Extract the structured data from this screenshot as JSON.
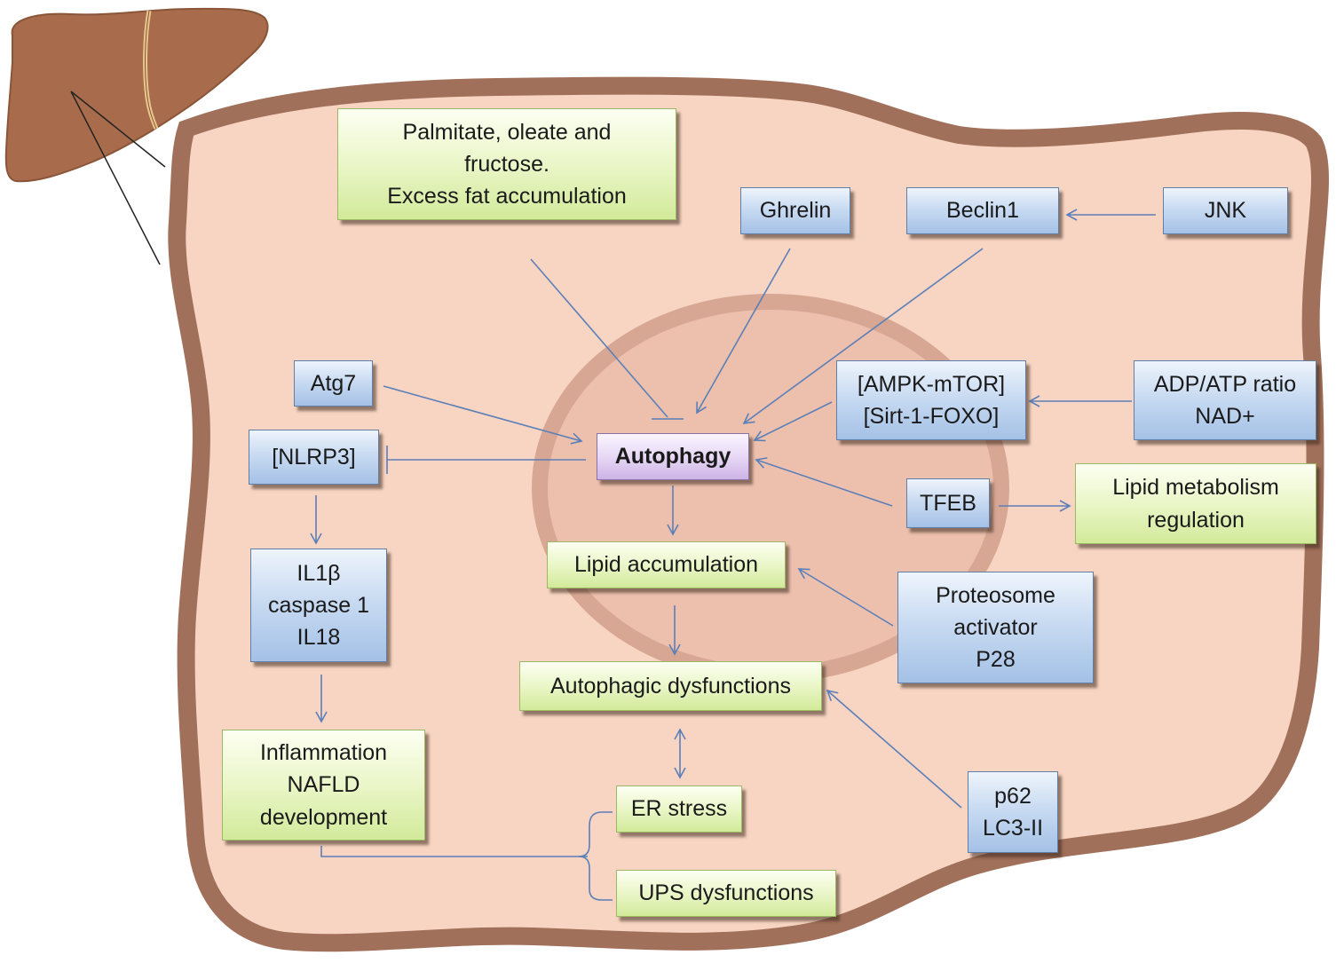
{
  "nodes": {
    "palmitate": {
      "lines": [
        "Palmitate, oleate and",
        "fructose.",
        "Excess fat accumulation"
      ]
    },
    "ghrelin": {
      "lines": [
        "Ghrelin"
      ]
    },
    "beclin1": {
      "lines": [
        "Beclin1"
      ]
    },
    "jnk": {
      "lines": [
        "JNK"
      ]
    },
    "atg7": {
      "lines": [
        "Atg7"
      ]
    },
    "ampk": {
      "lines": [
        "[AMPK-mTOR]",
        "[Sirt-1-FOXO]"
      ]
    },
    "adp": {
      "lines": [
        "ADP/ATP ratio",
        "NAD+"
      ]
    },
    "nlrp3": {
      "lines": [
        "[NLRP3]"
      ]
    },
    "autophagy": {
      "lines": [
        "Autophagy"
      ]
    },
    "tfeb": {
      "lines": [
        "TFEB"
      ]
    },
    "lipid_metab": {
      "lines": [
        "Lipid metabolism",
        "regulation"
      ]
    },
    "il1b": {
      "lines": [
        "IL1β",
        "caspase 1",
        "IL18"
      ]
    },
    "lipid_acc": {
      "lines": [
        "Lipid accumulation"
      ]
    },
    "proteosome": {
      "lines": [
        "Proteosome",
        "activator",
        "P28"
      ]
    },
    "autophagic_dys": {
      "lines": [
        "Autophagic dysfunctions"
      ]
    },
    "inflammation": {
      "lines": [
        "Inflammation",
        "NAFLD",
        "development"
      ]
    },
    "er_stress": {
      "lines": [
        "ER stress"
      ]
    },
    "p62": {
      "lines": [
        "p62",
        "LC3-II"
      ]
    },
    "ups": {
      "lines": [
        "UPS dysfunctions"
      ]
    }
  },
  "colors": {
    "cell_fill": "#f8d5c2",
    "cell_border": "#a1705a",
    "nucleus_fill": "#edc0ad",
    "nucleus_border": "#d7a794",
    "liver_fill": "#a86c4c",
    "arrow": "#5b7fb8"
  }
}
